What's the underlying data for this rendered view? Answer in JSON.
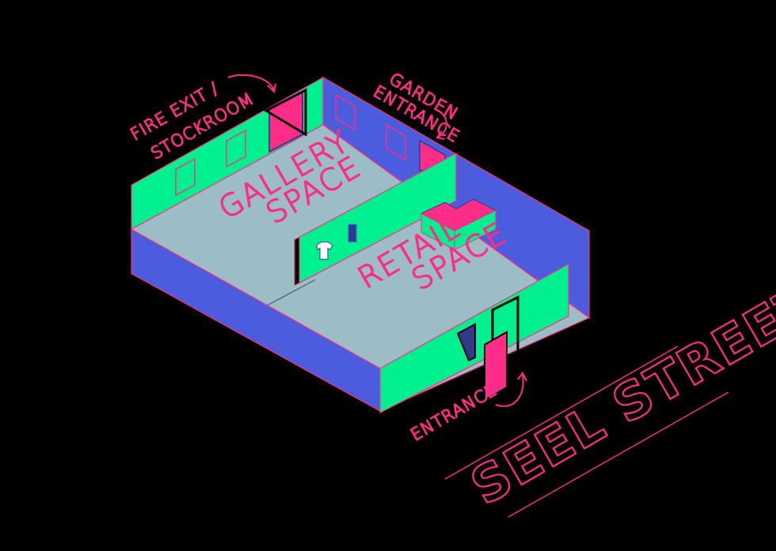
{
  "colors": {
    "background": "#000000",
    "floor": "#9cbdc5",
    "wall_green": "#00f08f",
    "wall_blue": "#4b5ddd",
    "accent_pink": "#ff2d87",
    "dark_navy": "#2f3a8a"
  },
  "rooms": {
    "gallery": {
      "line1": "GALLERY",
      "line2": "SPACE"
    },
    "retail": {
      "line1": "RETAIL",
      "line2": "SPACE"
    }
  },
  "labels": {
    "fire_exit_line1": "FIRE EXIT /",
    "fire_exit_line2": "STOCKROOM",
    "garden_line1": "GARDEN",
    "garden_line2": "ENTRANCE",
    "entrance": "ENTRANCE"
  },
  "street": {
    "name": "SEEL STREET"
  },
  "icons": {
    "arrows": [
      "curved-arrow-icon"
    ],
    "merch": [
      "t-shirt-icon",
      "garment-icon"
    ]
  }
}
